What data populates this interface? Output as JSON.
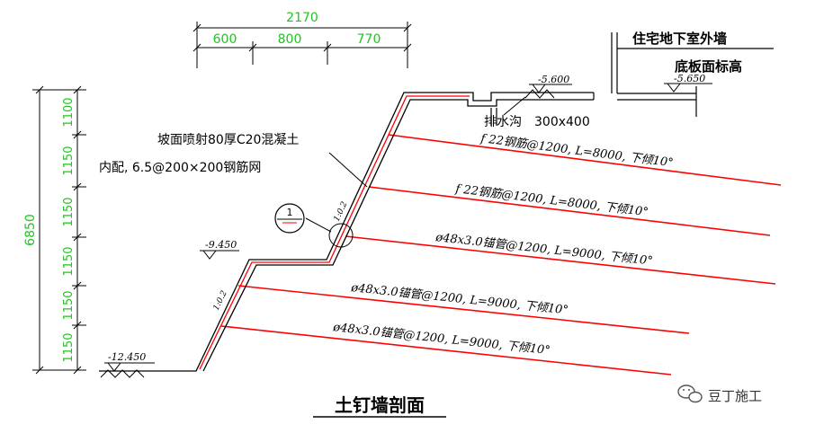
{
  "colors": {
    "line": "#000000",
    "nail": "#ff0000",
    "dim": "#22c322",
    "bg": "#ffffff"
  },
  "top_dimensions": {
    "total": "2170",
    "segments": [
      "600",
      "800",
      "770"
    ]
  },
  "left_dimensions": {
    "total": "6850",
    "segments": [
      "1100",
      "1150",
      "1150",
      "1150",
      "1150",
      "1150"
    ]
  },
  "labels": {
    "existing_wall": "住宅地下室外墙",
    "slab_elevation_label": "底板面标高",
    "slab_elevation": "-5.650",
    "top_elevation": "-5.600",
    "berm_elevation": "-9.450",
    "bottom_elevation": "-12.450",
    "drain_ditch": "排水沟　300x400",
    "shotcrete_line1": "坡面喷射80厚C20混凝土",
    "shotcrete_line2": "内配, 6.5@200×200钢筋网",
    "slope_ratio_upper": "1:0.2",
    "slope_ratio_lower": "1:0.2",
    "detail_marker": "1"
  },
  "nails": [
    {
      "label": "f 22钢筋@1200, L=8000, 下倾10°"
    },
    {
      "label": "f 22钢筋@1200, L=8000, 下倾10°"
    },
    {
      "label": "ø48x3.0锚管@1200, L=9000, 下倾10°"
    },
    {
      "label": "ø48x3.0锚管@1200, L=9000, 下倾10°"
    },
    {
      "label": "ø48x3.0锚管@1200, L=9000, 下倾10°"
    }
  ],
  "title": "土钉墙剖面",
  "watermark": {
    "text": "豆丁施工",
    "icon": "wechat-icon"
  }
}
